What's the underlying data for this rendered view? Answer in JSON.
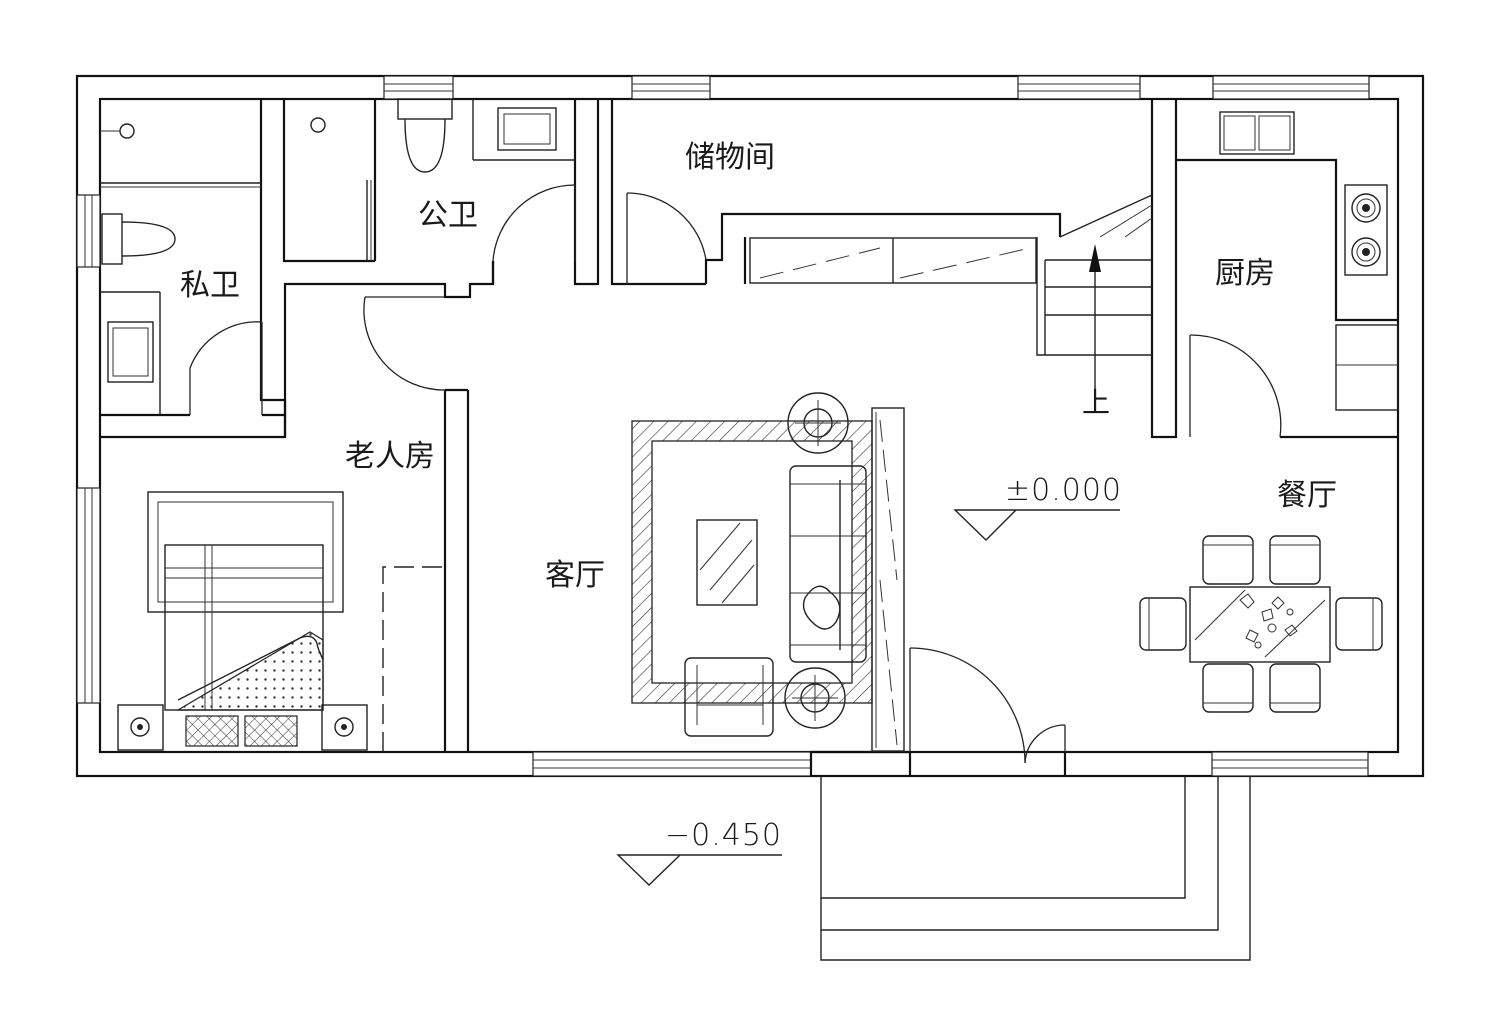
{
  "rooms": {
    "private_bath": "私卫",
    "public_bath": "公卫",
    "storage": "储物间",
    "kitchen": "厨房",
    "elder_room": "老人房",
    "living_room": "客厅",
    "dining_room": "餐厅"
  },
  "stair": {
    "label": "上"
  },
  "levels": {
    "indoor": "±0.000",
    "outdoor": "−0.450"
  },
  "colors": {
    "line": "#111111",
    "background": "#ffffff"
  }
}
